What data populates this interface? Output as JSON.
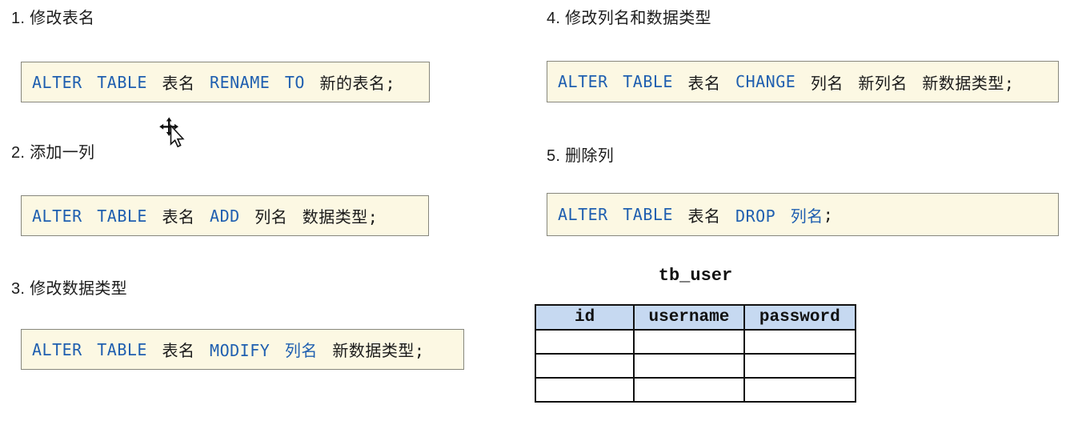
{
  "colors": {
    "page_bg": "#ffffff",
    "keyword_blue": "#1f5fb0",
    "code_text": "#1a1a1a",
    "code_box_bg": "#fcf8e3",
    "code_box_border": "#87877d",
    "table_header_bg": "#c6d9f1",
    "table_border": "#111111"
  },
  "sections": [
    {
      "heading": "1. 修改表名",
      "code": [
        {
          "text": "ALTER TABLE",
          "kw": true
        },
        {
          "text": " 表名 ",
          "kw": false
        },
        {
          "text": "RENAME TO",
          "kw": true
        },
        {
          "text": " 新的表名;",
          "kw": false
        }
      ]
    },
    {
      "heading": "2. 添加一列",
      "code": [
        {
          "text": "ALTER TABLE",
          "kw": true
        },
        {
          "text": " 表名 ",
          "kw": false
        },
        {
          "text": "ADD",
          "kw": true
        },
        {
          "text": " 列名 数据类型;",
          "kw": false
        }
      ]
    },
    {
      "heading": "3. 修改数据类型",
      "code": [
        {
          "text": "ALTER TABLE",
          "kw": true
        },
        {
          "text": " 表名 ",
          "kw": false
        },
        {
          "text": "MODIFY 列名",
          "kw": true
        },
        {
          "text": " 新数据类型;",
          "kw": false
        }
      ]
    },
    {
      "heading": "4. 修改列名和数据类型",
      "code": [
        {
          "text": "ALTER TABLE",
          "kw": true
        },
        {
          "text": " 表名 ",
          "kw": false
        },
        {
          "text": "CHANGE",
          "kw": true
        },
        {
          "text": " 列名 新列名 新数据类型;",
          "kw": false
        }
      ]
    },
    {
      "heading": "5. 删除列",
      "code": [
        {
          "text": "ALTER TABLE",
          "kw": true
        },
        {
          "text": " 表名 ",
          "kw": false
        },
        {
          "text": "DROP 列名",
          "kw": true
        },
        {
          "text": ";",
          "kw": false
        }
      ]
    }
  ],
  "cursor": {
    "type": "move-cursor"
  },
  "db_table": {
    "title": "tb_user",
    "columns": [
      "id",
      "username",
      "password"
    ],
    "empty_row_count": 3
  }
}
